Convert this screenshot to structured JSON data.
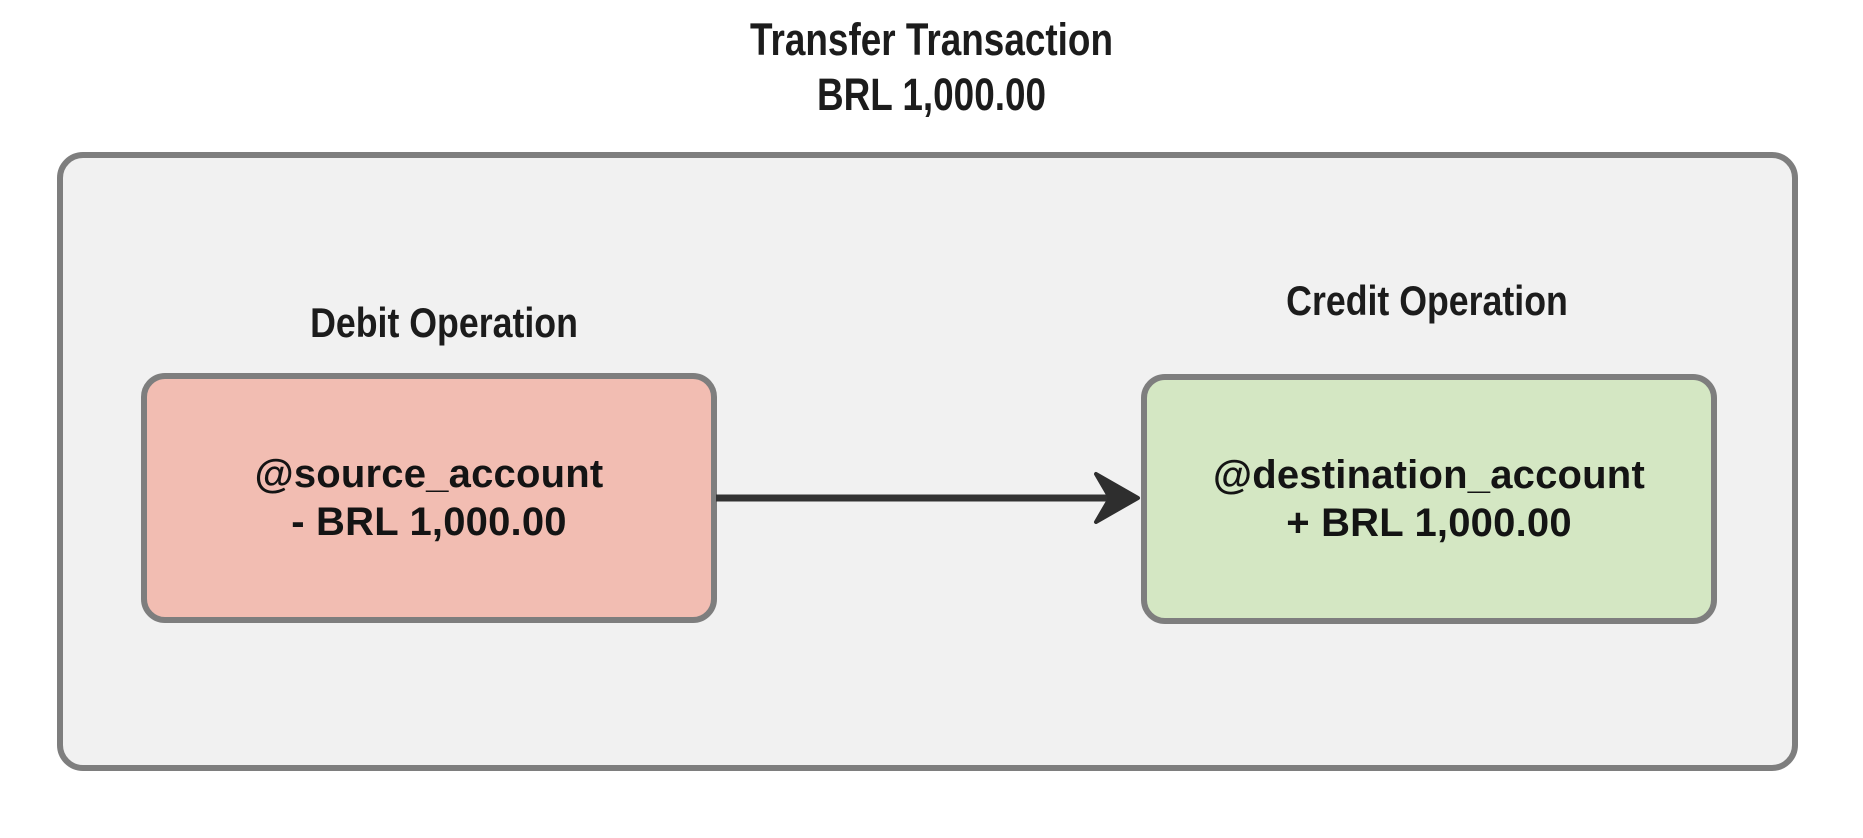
{
  "title": {
    "line1": "Transfer Transaction",
    "line2": "BRL 1,000.00"
  },
  "operations": {
    "debit": {
      "label": "Debit Operation",
      "account": "@source_account",
      "amount": "- BRL 1,000.00"
    },
    "credit": {
      "label": "Credit Operation",
      "account": "@destination_account",
      "amount": "+ BRL 1,000.00"
    }
  },
  "edge": {
    "from": "source_account",
    "to": "destination_account",
    "direction": "left-to-right"
  },
  "colors": {
    "debit_fill": "#f2bdb2",
    "credit_fill": "#d4e7c3",
    "container_fill": "#f1f1f1",
    "border_gray": "#7e7e7e",
    "arrow": "#323232",
    "text": "#1c1c1c",
    "page_background": "#ffffff"
  }
}
